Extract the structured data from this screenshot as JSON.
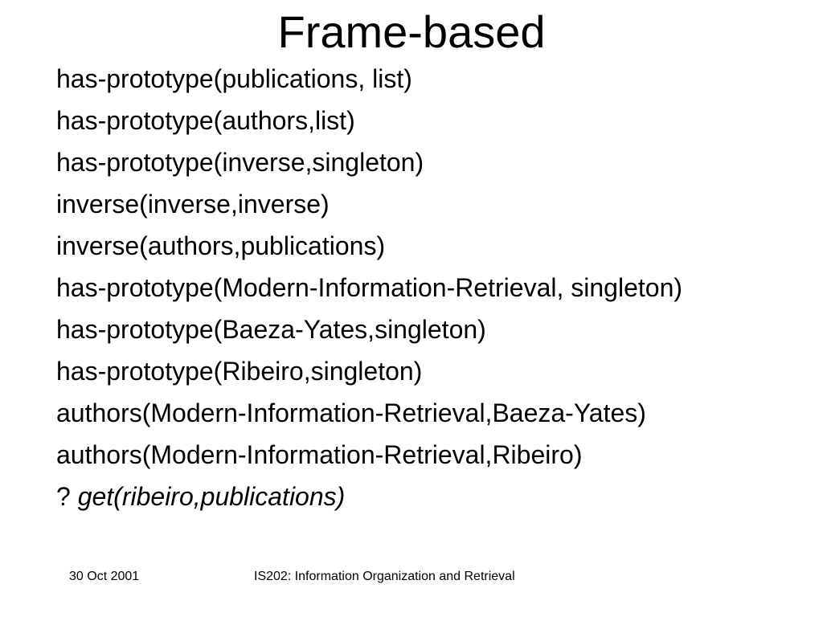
{
  "slide": {
    "title": "Frame-based",
    "lines": [
      "has-prototype(publications, list)",
      "has-prototype(authors,list)",
      "has-prototype(inverse,singleton)",
      "inverse(inverse,inverse)",
      "inverse(authors,publications)",
      "has-prototype(Modern-Information-Retrieval, singleton)",
      "has-prototype(Baeza-Yates,singleton)",
      "has-prototype(Ribeiro,singleton)",
      "authors(Modern-Information-Retrieval,Baeza-Yates)",
      "authors(Modern-Information-Retrieval,Ribeiro)"
    ],
    "query": {
      "prefix": "? ",
      "text": "get(ribeiro,publications)"
    }
  },
  "footer": {
    "date": "30 Oct 2001",
    "course": "IS202: Information Organization and Retrieval"
  }
}
